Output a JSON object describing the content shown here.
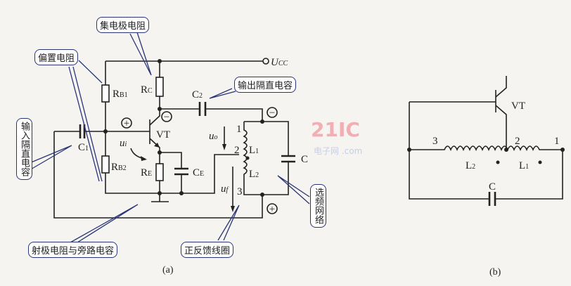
{
  "callouts": {
    "collector_resistor": "集电极电阻",
    "bias_resistor": "偏置电阻",
    "output_coupling_cap": "输出隔直电容",
    "input_coupling_cap": "输入隔直电容",
    "emitter_resistor_bypass": "射极电阻与旁路电容",
    "feedback_coil": "正反馈线圈",
    "frequency_select_network": "选频网络"
  },
  "labels_a": {
    "ucc": "U",
    "ucc_sub": "CC",
    "rb1": "R",
    "rb1_sub": "B1",
    "rc": "R",
    "rc_sub": "C",
    "c2": "C",
    "c2_sub": "2",
    "vt": "VT",
    "plus": "+",
    "minus": "−",
    "ui": "u",
    "ui_sub": "i",
    "c1": "C",
    "c1_sub": "1",
    "rb2": "R",
    "rb2_sub": "B2",
    "re": "R",
    "re_sub": "E",
    "ce": "C",
    "ce_sub": "E",
    "uo": "u",
    "uo_sub": "o",
    "n1": "1",
    "n2": "2",
    "n3": "3",
    "l1": "L",
    "l1_sub": "1",
    "l2": "L",
    "l2_sub": "2",
    "c": "C",
    "uf": "u",
    "uf_sub": "f"
  },
  "labels_b": {
    "vt": "VT",
    "n1": "1",
    "n2": "2",
    "n3": "3",
    "l1": "L",
    "l1_sub": "1",
    "l2": "L",
    "l2_sub": "2",
    "c": "C"
  },
  "captions": {
    "a": "(a)",
    "b": "(b)"
  },
  "watermark": {
    "main": "21IC",
    "sub": "电子网 .com"
  }
}
